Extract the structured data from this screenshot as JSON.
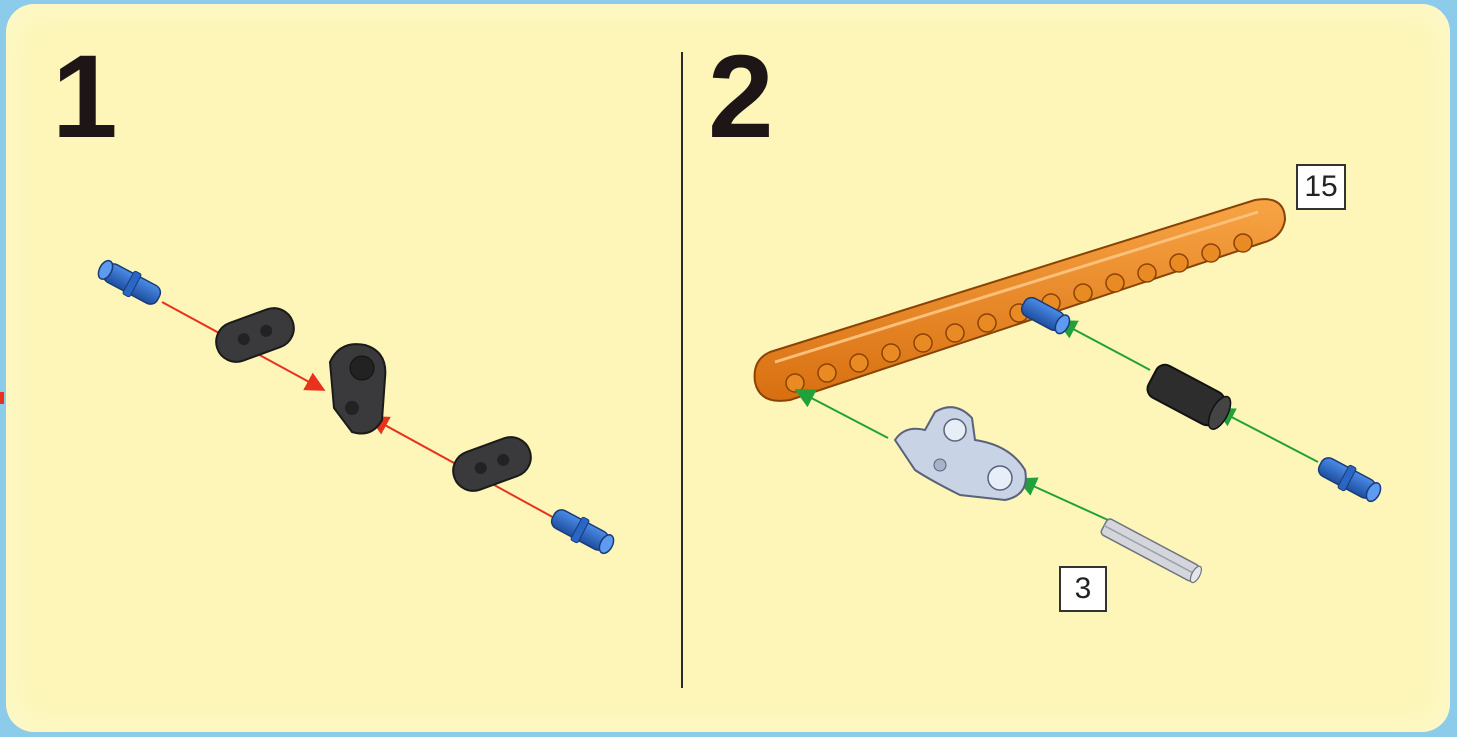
{
  "steps": [
    {
      "number": "1"
    },
    {
      "number": "2"
    }
  ],
  "callouts": {
    "beam_length": "15",
    "axle_length": "3"
  },
  "colors": {
    "background": "#fdf6b8",
    "frame": "#8ccbe9",
    "arrow_step1": "#e8321e",
    "arrow_step2": "#22a13a",
    "beam": "#f0891e",
    "pin_blue": "#2a66c4",
    "dark_part": "#3a3a3c",
    "light_part": "#c9d3e6"
  },
  "icons": [
    "blue-pin-icon",
    "dark-connector-icon",
    "orange-beam-icon",
    "axle-icon",
    "bush-icon"
  ]
}
